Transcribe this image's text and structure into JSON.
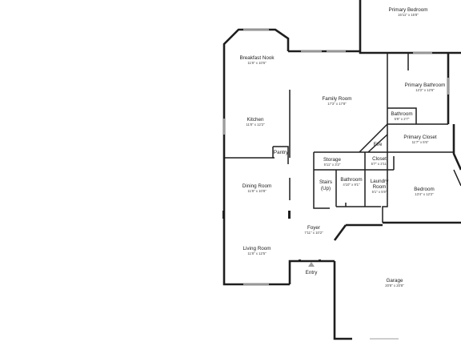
{
  "rooms": {
    "primary_bedroom": {
      "name": "Primary Bedroom",
      "dims": "16'11\" x 15'8\""
    },
    "breakfast_nook": {
      "name": "Breakfast Nook",
      "dims": "11'8\" x 10'6\""
    },
    "family_room": {
      "name": "Family Room",
      "dims": "17'3\" x 17'8\""
    },
    "primary_bathroom": {
      "name": "Primary Bathroom",
      "dims": "12'2\" x 12'6\""
    },
    "bathroom_upper": {
      "name": "Bathroom",
      "dims": "5'9\" x 2'7\""
    },
    "kitchen": {
      "name": "Kitchen",
      "dims": "11'8\" x 12'2\""
    },
    "primary_closet": {
      "name": "Primary Closet",
      "dims": "11'7\" x 5'5\""
    },
    "fire": {
      "name": "Fire"
    },
    "pantry": {
      "name": "Pantry"
    },
    "storage": {
      "name": "Storage",
      "dims": "5'11\" x 3'2\""
    },
    "closet": {
      "name": "Closet",
      "dims": "5'7\" x 2'11\""
    },
    "bathroom_lower": {
      "name": "Bathroom",
      "dims": "4'10\" x 9'1\""
    },
    "laundry": {
      "name_line1": "Laundry",
      "name_line2": "Room",
      "dims": "5'1\" x 5'8\""
    },
    "stairs": {
      "name_line1": "Stairs",
      "name_line2": "(Up)"
    },
    "bedroom": {
      "name": "Bedroom",
      "dims": "13'4\" x 12'2\""
    },
    "dining_room": {
      "name": "Dining Room",
      "dims": "11'8\" x 10'8\""
    },
    "foyer": {
      "name": "Foyer",
      "dims": "7'11\" x 10'2\""
    },
    "living_room": {
      "name": "Living Room",
      "dims": "11'8\" x 12'5\""
    },
    "garage": {
      "name": "Garage",
      "dims": "20'8\" x 20'8\""
    }
  },
  "labels": {
    "entry": "Entry"
  },
  "colors": {
    "wall": "#1e1e1e",
    "window": "#bdbdbd",
    "background": "#ffffff"
  }
}
